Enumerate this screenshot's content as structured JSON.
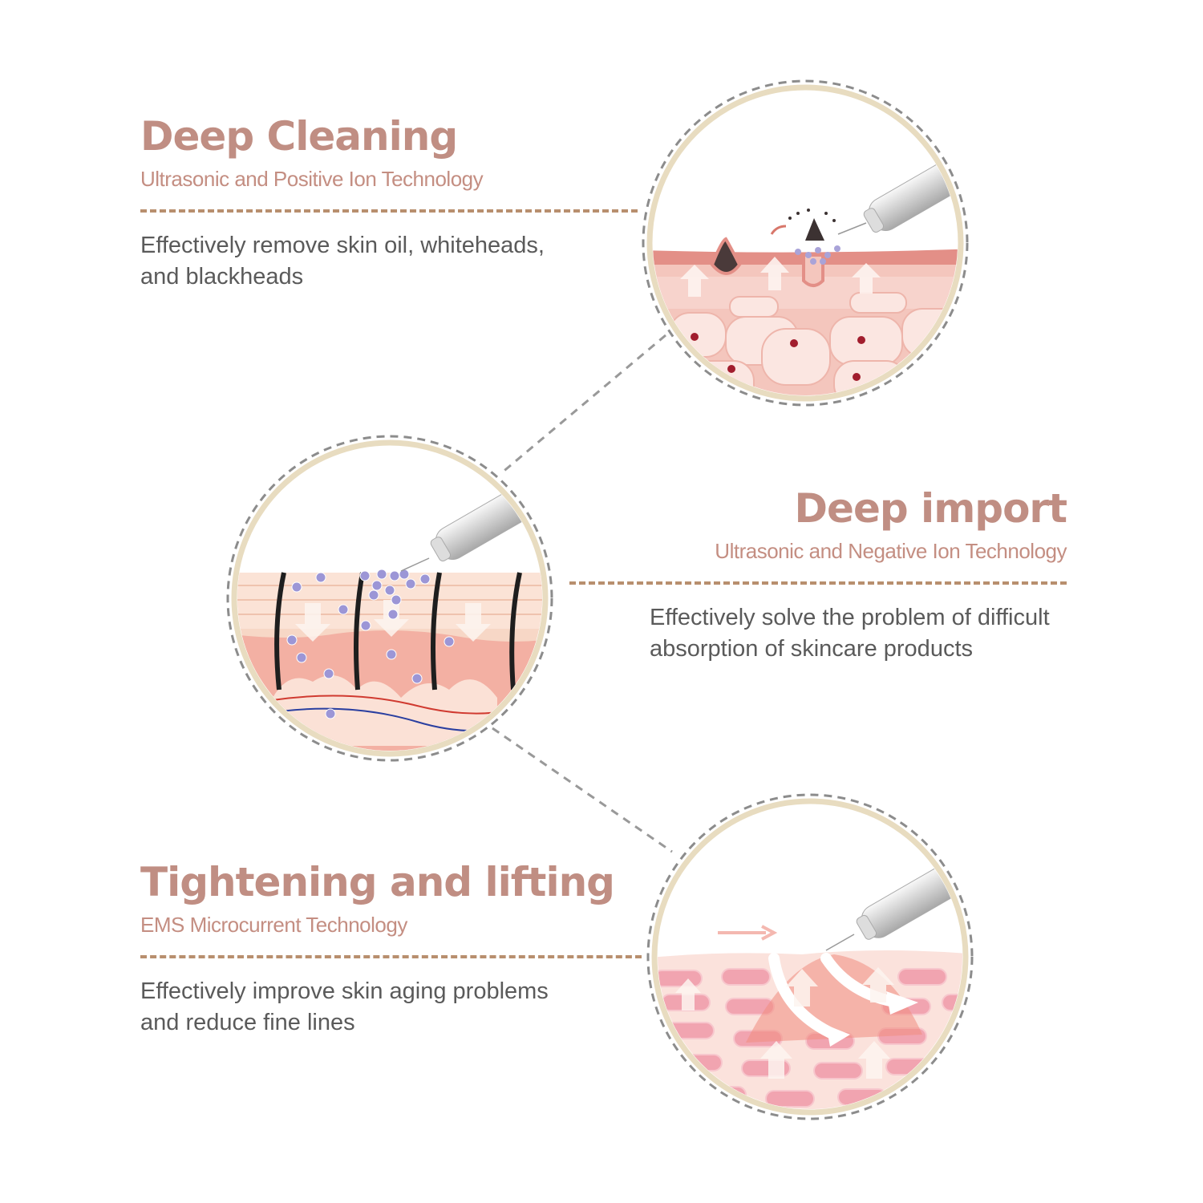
{
  "sections": [
    {
      "title": "Deep Cleaning",
      "subtitle": "Ultrasonic and Positive Ion Technology",
      "desc_line1": "Effectively remove skin oil, whiteheads,",
      "desc_line2": "and blackheads"
    },
    {
      "title": "Deep import",
      "subtitle": "Ultrasonic and Negative Ion Technology",
      "desc_line1": "Effectively solve the problem of difficult",
      "desc_line2": "absorption of skincare products"
    },
    {
      "title": "Tightening and lifting",
      "subtitle": "EMS Microcurrent Technology",
      "desc_line1": "Effectively improve skin aging problems",
      "desc_line2": "and reduce fine lines"
    }
  ],
  "colors": {
    "title": "#c08e83",
    "subtitle": "#c48e82",
    "rule": "#b88f6e",
    "body_text": "#5a5a5a",
    "circle_ring": "#e8dcc0",
    "circle_dash": "#8c8c8c",
    "skin": "#f4c6bd"
  }
}
